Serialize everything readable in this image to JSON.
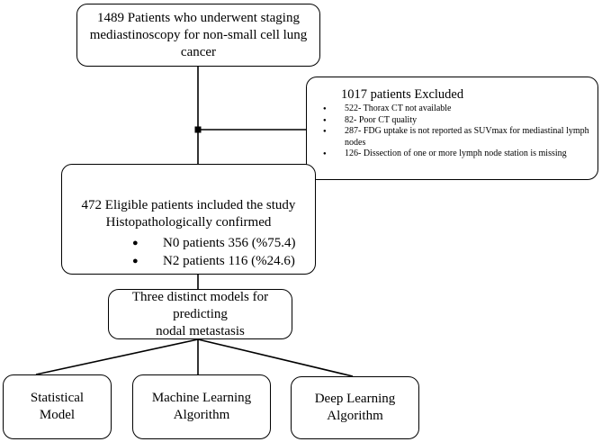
{
  "boxes": {
    "top": {
      "lines": [
        "1489 Patients who underwent staging",
        "mediastinoscopy for non-small cell lung",
        "cancer"
      ]
    },
    "excluded": {
      "title": "1017 patients Excluded",
      "items": [
        "522- Thorax CT not available",
        "82- Poor CT quality",
        "287- FDG uptake is not reported as SUVmax for mediastinal lymph nodes",
        "126- Dissection of one or more lymph node station is missing"
      ]
    },
    "eligible": {
      "lines": [
        "472 Eligible patients included the study",
        "Histopathologically confirmed"
      ],
      "items": [
        "N0 patients 356 (%75.4)",
        "N2 patients 116 (%24.6)"
      ]
    },
    "models": {
      "lines": [
        "Three distinct models for predicting",
        "nodal metastasis"
      ]
    },
    "statistical": {
      "lines": [
        "Statistical",
        "Model"
      ]
    },
    "machine": {
      "lines": [
        "Machine Learning",
        "Algorithm"
      ]
    },
    "deep": {
      "lines": [
        "Deep Learning",
        "Algorithm"
      ]
    }
  }
}
